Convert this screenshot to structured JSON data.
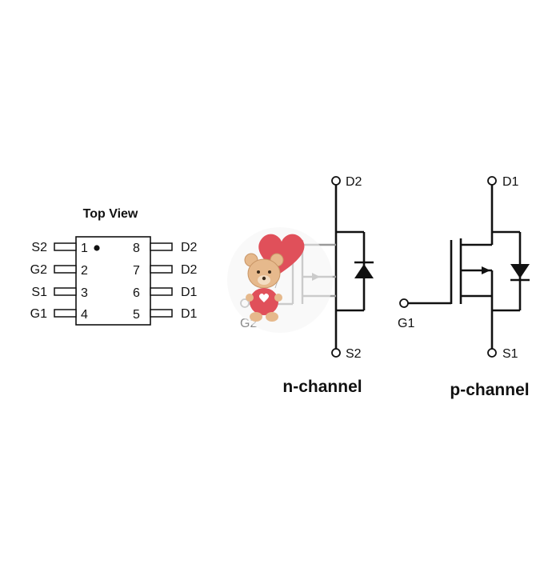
{
  "package": {
    "title": "Top View",
    "left_pins": [
      {
        "label": "S2",
        "number": "1"
      },
      {
        "label": "G2",
        "number": "2"
      },
      {
        "label": "S1",
        "number": "3"
      },
      {
        "label": "G1",
        "number": "4"
      }
    ],
    "right_pins": [
      {
        "number": "8",
        "label": "D2"
      },
      {
        "number": "7",
        "label": "D2"
      },
      {
        "number": "6",
        "label": "D1"
      },
      {
        "number": "5",
        "label": "D1"
      }
    ]
  },
  "n_channel": {
    "caption": "n-channel",
    "drain_label": "D2",
    "source_label": "S2",
    "gate_label": "G2"
  },
  "p_channel": {
    "caption": "p-channel",
    "drain_label": "D1",
    "source_label": "S1",
    "gate_label": "G1"
  },
  "overlay": {
    "icon": "teddy-bear-with-heart-icon",
    "colors": {
      "heart": "#e0505a",
      "bear": "#e6b98c"
    }
  }
}
